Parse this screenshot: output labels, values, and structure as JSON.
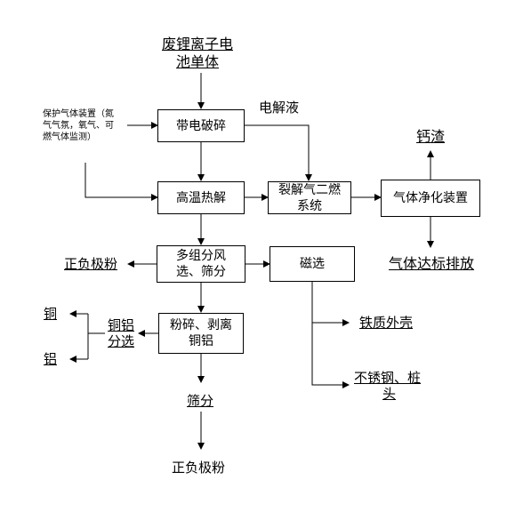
{
  "diagram": {
    "input_lines": [
      "废锂离子电",
      "池单体"
    ],
    "protection_note_lines": [
      "保护气体装置（氮",
      "气气氛，氧气、可",
      "燃气体监测）"
    ],
    "electrolyte_label": "电解液",
    "calcium_slag_label": "钙渣",
    "gas_discharge_label": "气体达标排放",
    "pos_neg_powder_side_label": "正负极粉",
    "copper_label": "铜",
    "aluminum_label": "铝",
    "cu_al_sort_lines": [
      "铜铝",
      "分选"
    ],
    "iron_shell_label": "铁质外壳",
    "stainless_lines": [
      "不锈钢、桩",
      "头"
    ],
    "sieve_label": "筛分",
    "final_output_label": "正负极粉"
  },
  "boxes": {
    "crush": "带电破碎",
    "pyrolysis": "高温热解",
    "secondary_combustion": [
      "裂解气二燃",
      "系统"
    ],
    "gas_purification": "气体净化装置",
    "multi_sort": [
      "多组分风",
      "选、筛分"
    ],
    "magnetic": "磁选",
    "grind_peel": [
      "粉碎、剥离",
      "铜铝"
    ]
  }
}
